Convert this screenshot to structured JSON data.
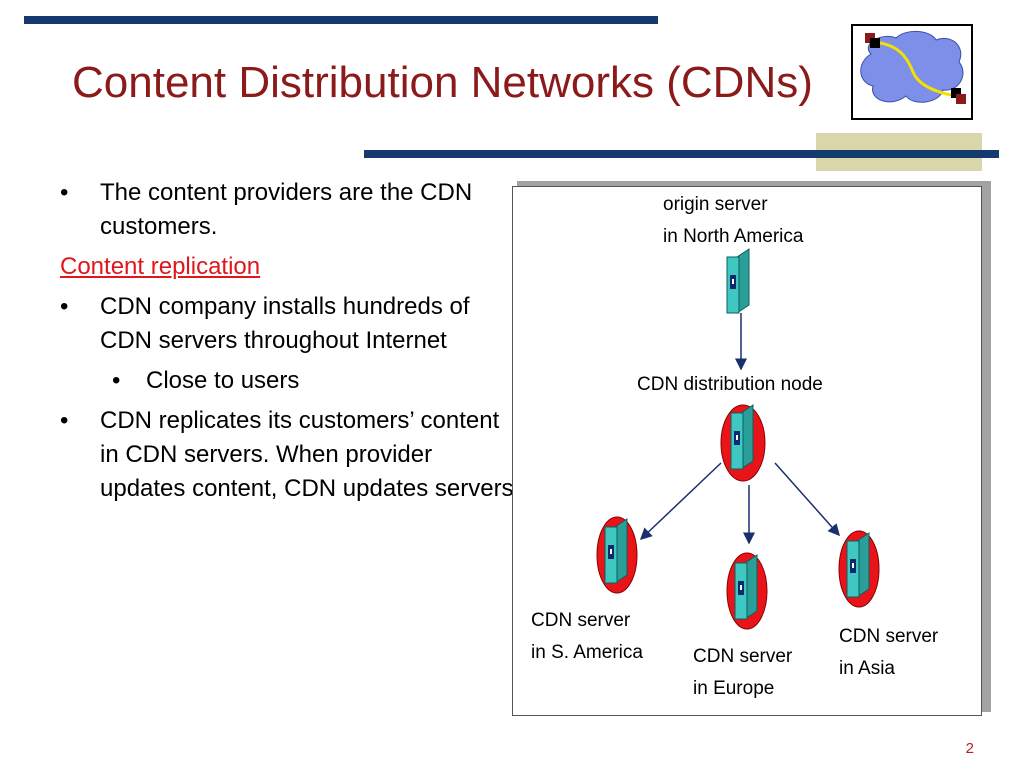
{
  "slide": {
    "title": "Content Distribution Networks (CDNs)",
    "page_number": "2"
  },
  "content": {
    "bullet_1": "The content providers are the CDN customers.",
    "subheading": "Content replication",
    "bullet_2": "CDN company installs hundreds of CDN servers throughout Internet",
    "sub_bullet_1": "Close to users",
    "bullet_3": "CDN replicates its customers’ content in CDN servers. When provider updates content, CDN updates servers",
    "bullet_symbol": "•"
  },
  "diagram": {
    "origin_line_1": "origin server",
    "origin_line_2": "in North America",
    "distribution_node": "CDN distribution node",
    "sa_line_1": "CDN server",
    "sa_line_2": "in S. America",
    "eu_line_1": "CDN server",
    "eu_line_2": "in Europe",
    "asia_line_1": "CDN server",
    "asia_line_2": "in Asia"
  },
  "colors": {
    "title": "#8b1a1a",
    "bar": "#143a6e",
    "accent_stripe": "#d9d7a9",
    "subheading": "#e0161a",
    "server_teal": "#3fc7c2",
    "server_halo": "#e8141a"
  }
}
